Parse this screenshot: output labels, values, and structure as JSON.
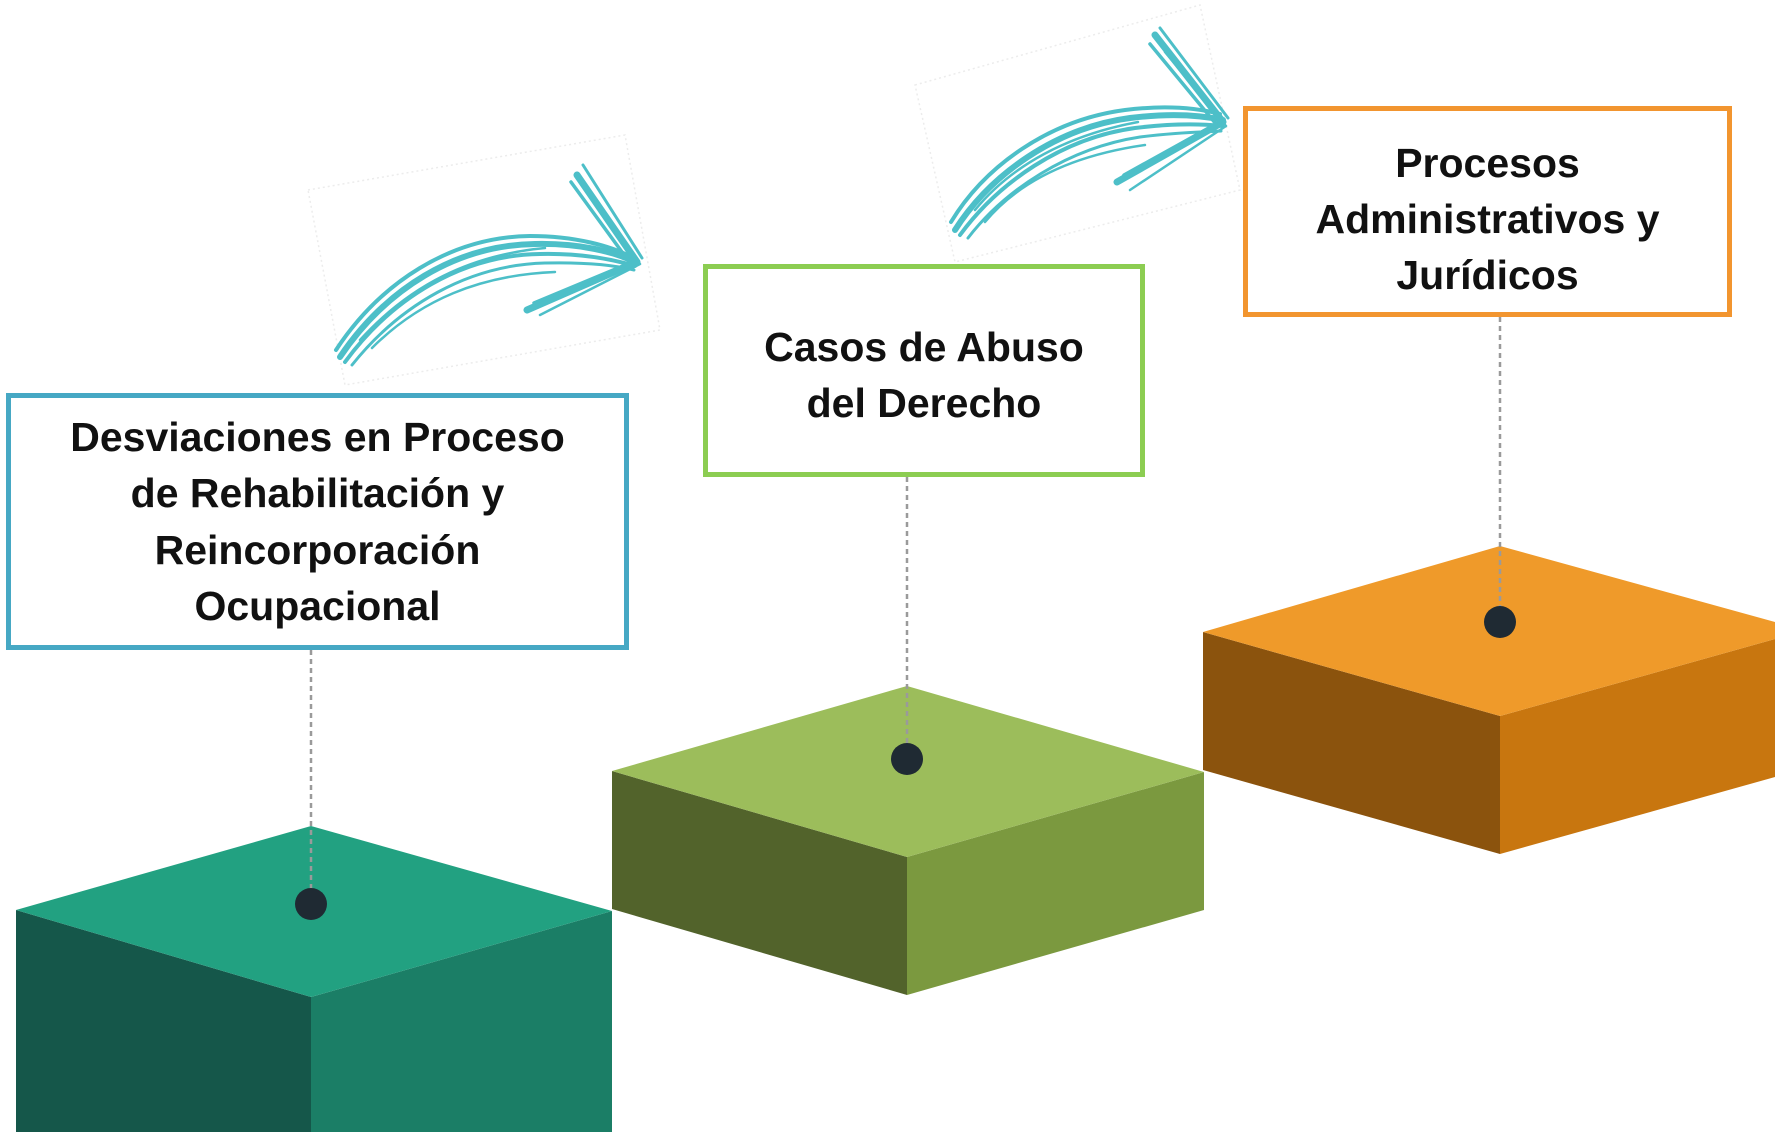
{
  "steps": [
    {
      "label": "Desviaciones en Proceso de Rehabilitación y Reincorporación Ocupacional",
      "lines": [
        "Desviaciones en Proceso",
        "de Rehabilitación y",
        "Reincorporación",
        "Ocupacional"
      ],
      "border_color": "#46a8c4",
      "block_colors": {
        "top": "#22a181",
        "left": "#15574a",
        "right": "#1b7e66"
      }
    },
    {
      "label": "Casos de Abuso del Derecho",
      "lines": [
        "Casos de Abuso",
        "del Derecho"
      ],
      "border_color": "#8ccd52",
      "block_colors": {
        "top": "#9cbd5b",
        "left": "#52632b",
        "right": "#7b993f"
      }
    },
    {
      "label": "Procesos Administrativos y Jurídicos",
      "lines": [
        "Procesos",
        "Administrativos y",
        "Jurídicos"
      ],
      "border_color": "#f2952f",
      "block_colors": {
        "top": "#ef9a2a",
        "left": "#8b530d",
        "right": "#c8760f"
      }
    }
  ],
  "arrow_color": "#4dbfc8",
  "dot_color": "#1f2a33",
  "connector_color": "#9a9a9a"
}
